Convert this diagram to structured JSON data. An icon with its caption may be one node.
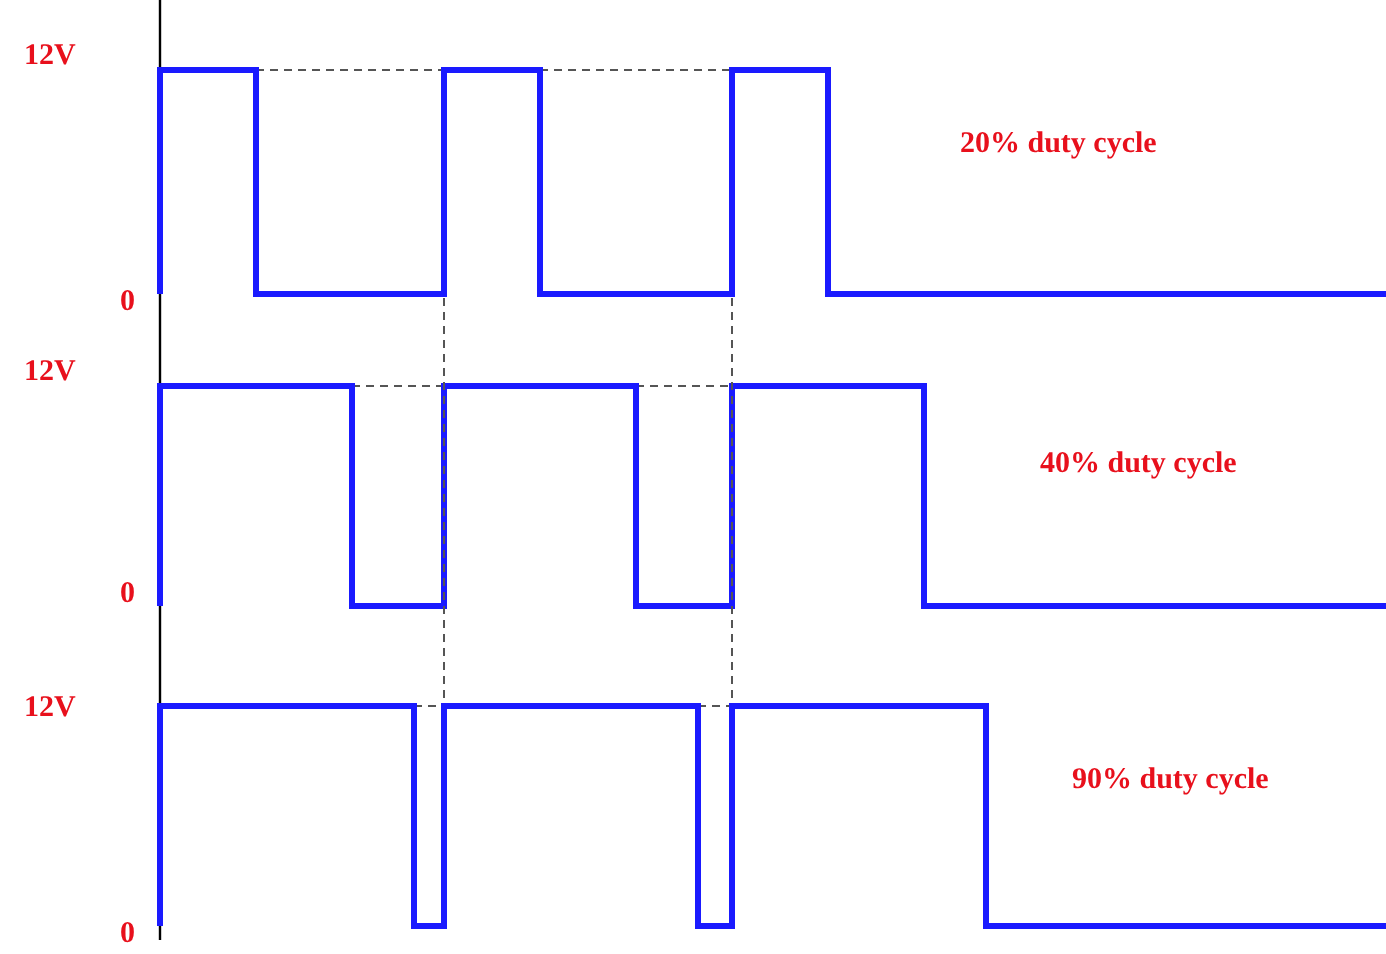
{
  "diagram": {
    "labels": [
      "12V",
      "20% duty cycle",
      "0",
      "12V",
      "40% duty cycle",
      "0",
      "12V",
      "90% duty cycle",
      "0"
    ]
  }
}
